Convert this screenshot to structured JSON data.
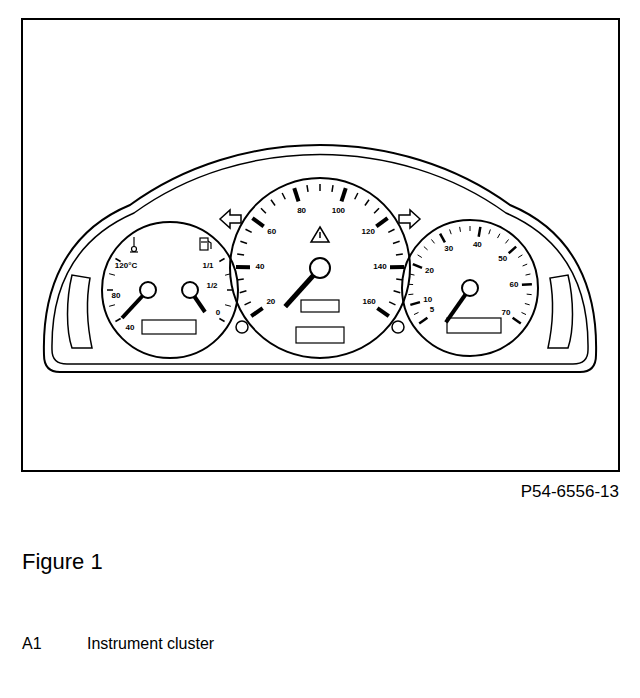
{
  "diagram": {
    "caption": "Figure 1",
    "labels": [
      "20",
      "40",
      "60",
      "80",
      "100",
      "120",
      "140",
      "160",
      "120°C",
      "80",
      "40",
      "1/1",
      "1/2",
      "0",
      "5",
      "10",
      "20",
      "30",
      "40",
      "50",
      "60",
      "70",
      "P54-6556-13",
      "A1",
      "Instrument cluster"
    ]
  }
}
